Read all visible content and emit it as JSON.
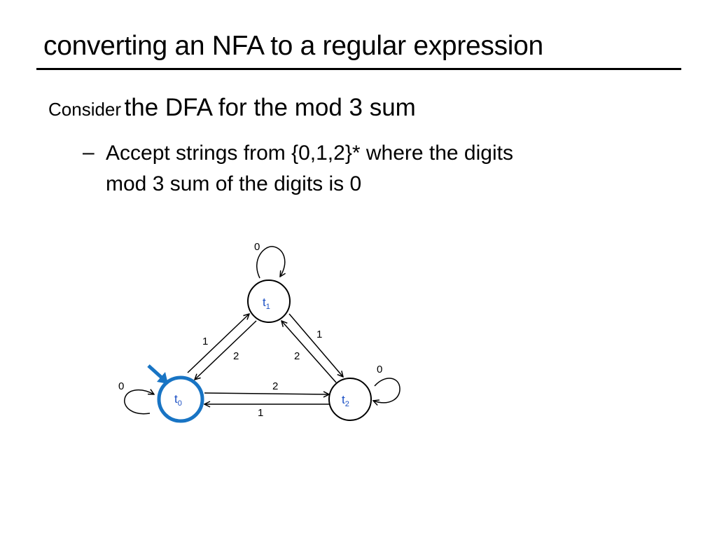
{
  "slide": {
    "title": "converting an NFA to a regular expression",
    "bullet1_lead": "Consider",
    "bullet1_rest": "the DFA for the mod 3 sum",
    "subbullet_dash": "–",
    "subbullet_line1": "Accept strings from {0,1,2}* where the digits",
    "subbullet_line2": "mod 3 sum of the digits is 0"
  },
  "diagram": {
    "states": [
      {
        "id": "t0",
        "base": "t",
        "sub": "0",
        "start": true
      },
      {
        "id": "t1",
        "base": "t",
        "sub": "1",
        "start": false
      },
      {
        "id": "t2",
        "base": "t",
        "sub": "2",
        "start": false
      }
    ],
    "transitions": [
      {
        "from": "t0",
        "to": "t0",
        "label": "0"
      },
      {
        "from": "t1",
        "to": "t1",
        "label": "0"
      },
      {
        "from": "t2",
        "to": "t2",
        "label": "0"
      },
      {
        "from": "t0",
        "to": "t1",
        "label": "1"
      },
      {
        "from": "t1",
        "to": "t0",
        "label": "2"
      },
      {
        "from": "t1",
        "to": "t2",
        "label": "1"
      },
      {
        "from": "t2",
        "to": "t1",
        "label": "2"
      },
      {
        "from": "t0",
        "to": "t2",
        "label": "2"
      },
      {
        "from": "t2",
        "to": "t0",
        "label": "1"
      }
    ],
    "colors": {
      "start_state": "#1874c4",
      "state_label": "#1a4fc4",
      "edge": "#000000"
    }
  }
}
